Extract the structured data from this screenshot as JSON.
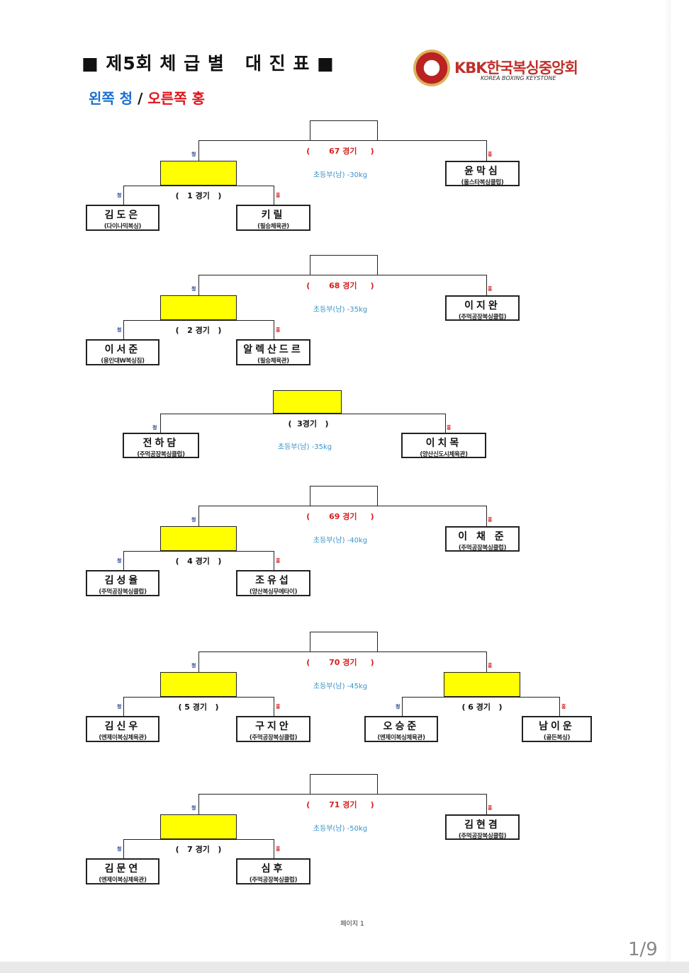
{
  "header": {
    "title": "■ 제5회 체 급 별   대 진 표 ■",
    "legend_blue": "왼쪽 청",
    "legend_sep": " / ",
    "legend_red": "오른쪽 홍",
    "logo_text": "KBK한국복싱중앙회",
    "logo_sub": "KOREA BOXING KEYSTONE"
  },
  "corner_labels": {
    "blue": "청",
    "red": "홍"
  },
  "brackets": [
    {
      "final_label": "(       67 경기     )",
      "division": "초등부(남) -30kg",
      "semi_label": "(   1 경기   )",
      "right": {
        "name": "윤막심",
        "club": "(올스타복싱클럽)"
      },
      "semi_left": {
        "name": "김도은",
        "club": "(다이나믹복싱)"
      },
      "semi_right": {
        "name": "키릴",
        "club": "(필승체육관)"
      }
    },
    {
      "final_label": "(       68 경기     )",
      "division": "초등부(남) -35kg",
      "semi_label": "(   2 경기   )",
      "right": {
        "name": "이지완",
        "club": "(주먹공장복싱클럽)"
      },
      "semi_left": {
        "name": "이서준",
        "club": "(용인대W복싱짐)"
      },
      "semi_right": {
        "name": "알렉산드르",
        "club": "(필승체육관)"
      }
    },
    {
      "single": true,
      "final_label": "(  3경기   )",
      "division": "초등부(남) -35kg",
      "left": {
        "name": "전하담",
        "club": "(주먹공장복싱클럽)"
      },
      "right": {
        "name": "이치목",
        "club": "(양산신도시체육관)"
      }
    },
    {
      "final_label": "(       69 경기     )",
      "division": "초등부(남) -40kg",
      "semi_label": "(   4 경기   )",
      "right": {
        "name": "이 채 준",
        "club": "(주먹공장복싱클럽)"
      },
      "semi_left": {
        "name": "김성율",
        "club": "(주먹공장복싱클럽)"
      },
      "semi_right": {
        "name": "조유섭",
        "club": "(양산복싱무에타이)"
      }
    },
    {
      "final_label": "(       70 경기     )",
      "division": "초등부(남) -45kg",
      "semi_label": "( 5 경기   )",
      "semi_left": {
        "name": "김신우",
        "club": "(엔제이복싱체육관)"
      },
      "semi_right": {
        "name": "구지안",
        "club": "(주먹공장복싱클럽)"
      },
      "semi2_label": "( 6 경기   )",
      "semi2_left": {
        "name": "오승준",
        "club": "(엔제이복싱체육관)"
      },
      "semi2_right": {
        "name": "남이운",
        "club": "(골든복싱)"
      }
    },
    {
      "final_label": "(       71 경기     )",
      "division": "초등부(남) -50kg",
      "semi_label": "(   7 경기   )",
      "right": {
        "name": "김현겸",
        "club": "(주먹공장복싱클럽)"
      },
      "semi_left": {
        "name": "김문연",
        "club": "(엔제이복싱체육관)"
      },
      "semi_right": {
        "name": "심후",
        "club": "(주먹공장복싱클럽)"
      }
    }
  ],
  "footer": {
    "page_label": "페이지 1",
    "pager": "1/9"
  },
  "colors": {
    "winner_box": "#ffff00",
    "blue": "#1b6fcf",
    "red": "#e0141b",
    "division": "#3b94c8"
  }
}
